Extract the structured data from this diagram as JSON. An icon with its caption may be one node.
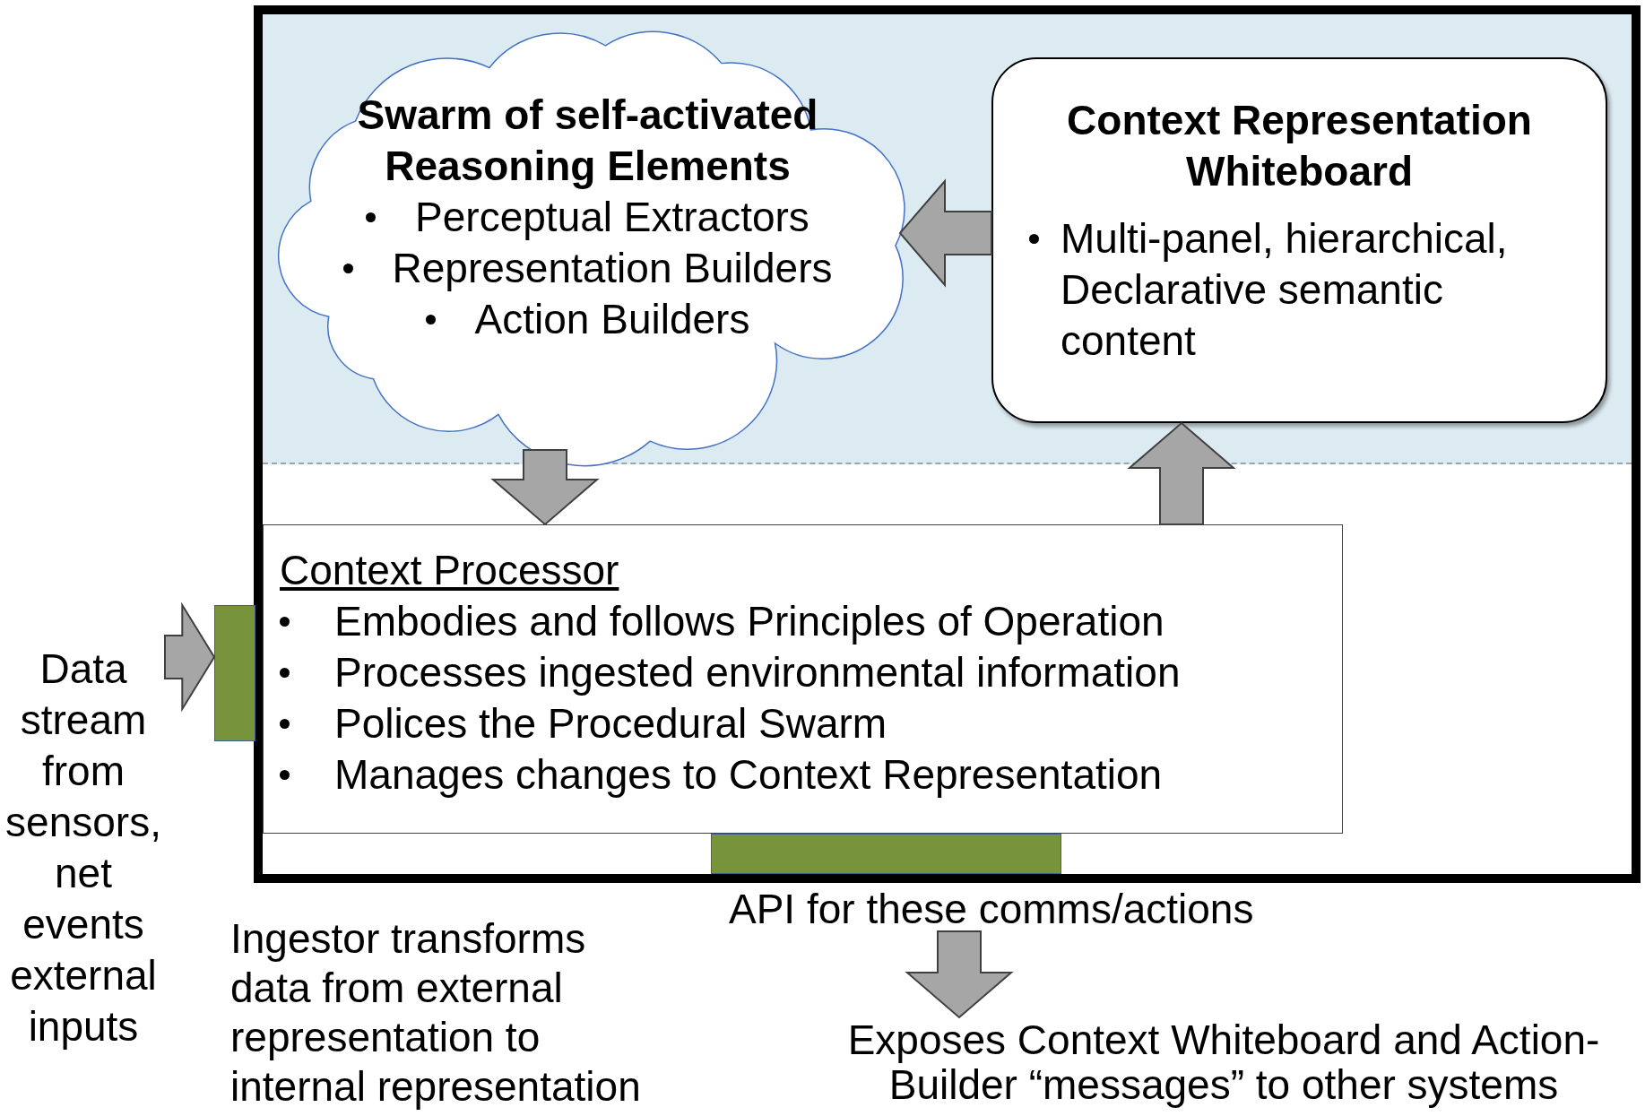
{
  "diagram": {
    "nodes": [
      {
        "text": [
          "Swarm of self-activated Reasoning Elements",
          "Perceptual Extractors",
          "Representation Builders",
          "Action Builders"
        ]
      },
      {
        "text": [
          "Context Representation Whiteboard",
          "Multi-panel, hierarchical, Declarative semantic content"
        ]
      },
      {
        "text": [
          "Context Processor",
          "Embodies and follows Principles of Operation",
          "Processes ingested environmental information",
          "Polices the Procedural Swarm",
          "Manages changes to Context Representation"
        ]
      },
      {
        "text": [],
        "shape": "bar"
      },
      {
        "text": [],
        "shape": "bar",
        "beside": [
          "API for these comms/actions"
        ]
      },
      {
        "text": [
          "Data stream from sensors, net events external inputs"
        ]
      },
      {
        "text": [
          "Exposes Context Whiteboard and Action-Builder “messages” to other systems"
        ]
      }
    ],
    "edges": [
      {
        "from": 1,
        "to": 0,
        "arrow": "to"
      },
      {
        "from": 0,
        "to": 2,
        "arrow": "to"
      },
      {
        "from": 2,
        "to": 1,
        "arrow": "to"
      },
      {
        "from": 5,
        "to": 3,
        "arrow": "to"
      },
      {
        "from": 4,
        "to": 6,
        "arrow": "to"
      }
    ],
    "labels": [
      "Ingestor transforms data from external representation to internal representation"
    ]
  }
}
